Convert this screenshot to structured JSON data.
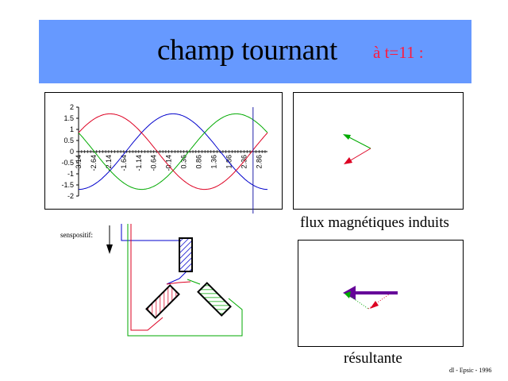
{
  "header": {
    "title": "champ tournant",
    "time_label": "à t=11 :"
  },
  "captions": {
    "flux": "flux magnétiques induits",
    "resultante": "résultante"
  },
  "diagram": {
    "sens_label": "senspositif:"
  },
  "footer": {
    "credit": "dl - Epsic - 1996"
  },
  "colors": {
    "banner": "#6699ff",
    "time_label": "#ff1a3c",
    "phase_1": "#0000cc",
    "phase_2": "#00aa00",
    "phase_3": "#dd0022",
    "resultant": "#660099",
    "cursor": "#2222aa"
  },
  "chart_data": {
    "type": "line",
    "title": "",
    "xlabel": "",
    "ylabel": "",
    "ylim": [
      -2,
      2
    ],
    "yticks": [
      "2",
      "1.5",
      "1",
      "0.5",
      "0",
      "-0.5",
      "-1",
      "-1.5",
      "-2"
    ],
    "xtick_labels": [
      "-3.14",
      "-2.64",
      "-2.14",
      "-1.64",
      "-1.14",
      "-0.64",
      "-0.14",
      "0.36",
      "0.86",
      "1.36",
      "1.86",
      "2.36",
      "2.86"
    ],
    "xlim": [
      -3.14,
      3.14
    ],
    "cursor_x": 2.66,
    "series": [
      {
        "color_key": "phase_1",
        "amplitude": 1.7,
        "phase_deg": 90
      },
      {
        "color_key": "phase_2",
        "amplitude": 1.7,
        "phase_deg": -30
      },
      {
        "color_key": "phase_3",
        "amplitude": 1.7,
        "phase_deg": 210
      }
    ]
  }
}
